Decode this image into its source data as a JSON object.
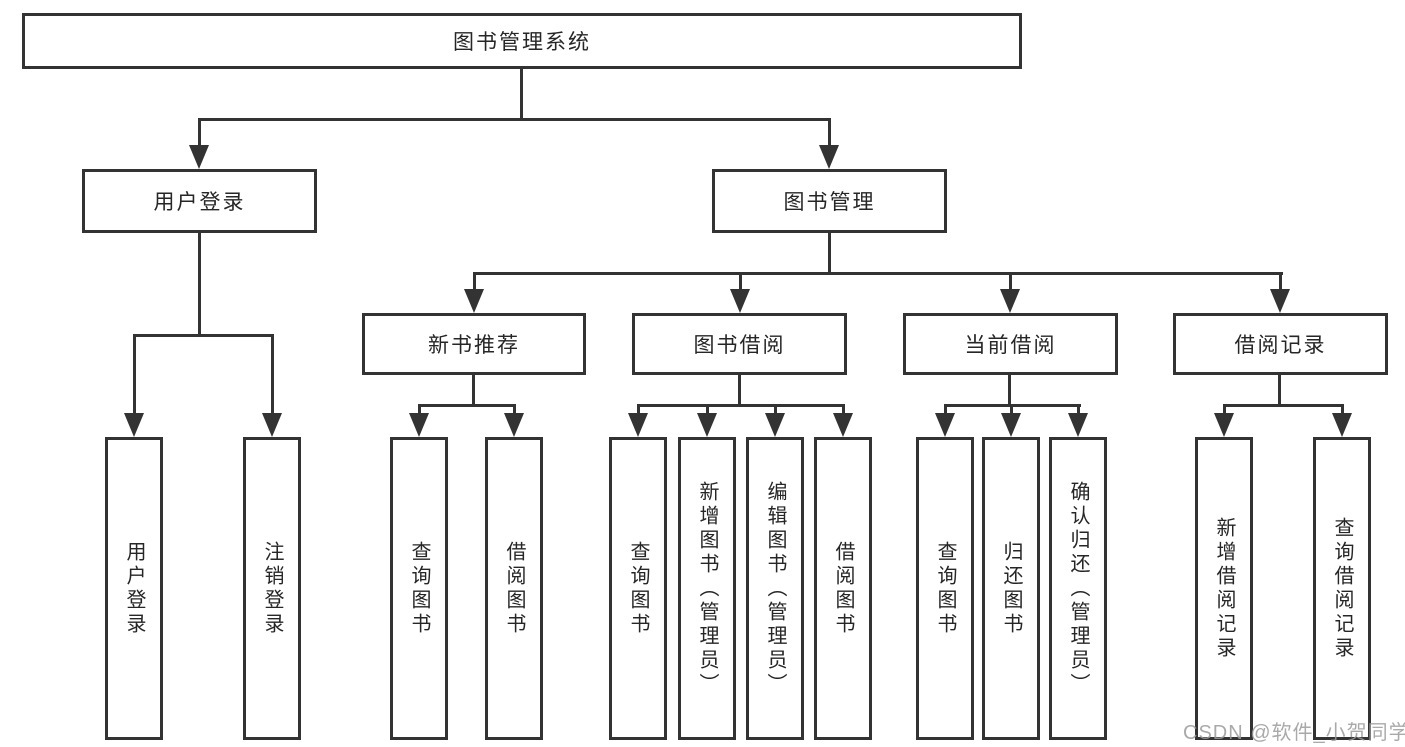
{
  "diagram": {
    "title": "图书管理系统",
    "level2": [
      {
        "label": "用户登录"
      },
      {
        "label": "图书管理"
      }
    ],
    "level3": [
      {
        "label": "新书推荐",
        "parent": "图书管理"
      },
      {
        "label": "图书借阅",
        "parent": "图书管理"
      },
      {
        "label": "当前借阅",
        "parent": "图书管理"
      },
      {
        "label": "借阅记录",
        "parent": "图书管理"
      }
    ],
    "leaves": [
      {
        "label": "用户登录",
        "parent": "用户登录"
      },
      {
        "label": "注销登录",
        "parent": "用户登录"
      },
      {
        "label": "查询图书",
        "parent": "新书推荐"
      },
      {
        "label": "借阅图书",
        "parent": "新书推荐"
      },
      {
        "label": "查询图书",
        "parent": "图书借阅"
      },
      {
        "label": "新增图书（管理员）",
        "parent": "图书借阅"
      },
      {
        "label": "编辑图书（管理员）",
        "parent": "图书借阅"
      },
      {
        "label": "借阅图书",
        "parent": "图书借阅"
      },
      {
        "label": "查询图书",
        "parent": "当前借阅"
      },
      {
        "label": "归还图书",
        "parent": "当前借阅"
      },
      {
        "label": "确认归还（管理员）",
        "parent": "当前借阅"
      },
      {
        "label": "新增借阅记录",
        "parent": "借阅记录"
      },
      {
        "label": "查询借阅记录",
        "parent": "借阅记录"
      }
    ]
  },
  "watermark": {
    "text": "CSDN @软件_小贺同学"
  },
  "colors": {
    "line": "#333333",
    "text": "#262626",
    "background": "#ffffff",
    "watermark": "#9b9b9b"
  }
}
